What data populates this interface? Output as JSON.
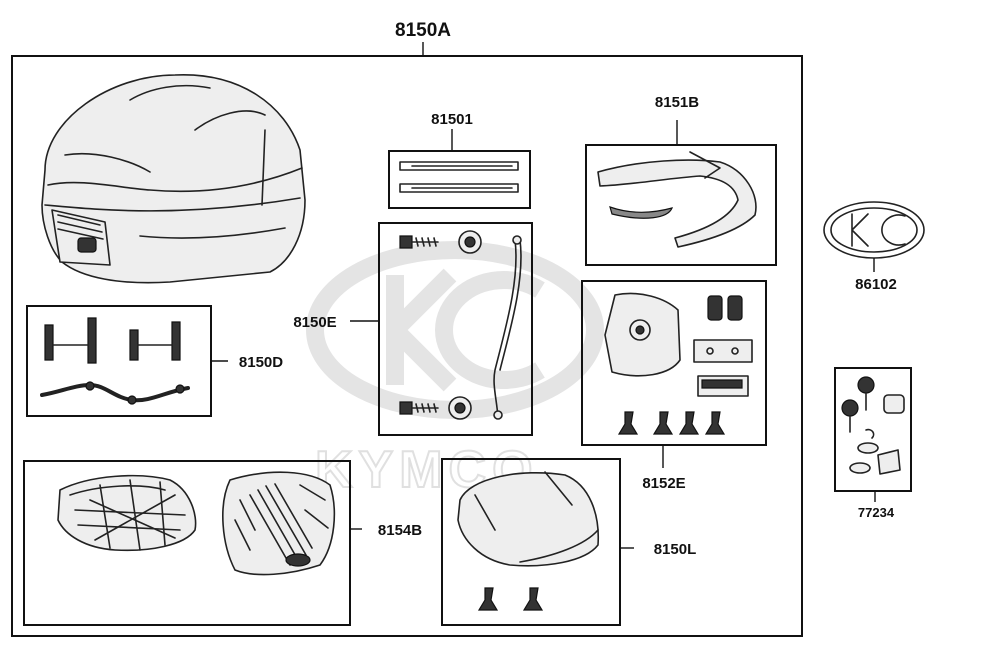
{
  "assembly": {
    "id": "8150A"
  },
  "parts": [
    {
      "key": "81501",
      "label": "81501"
    },
    {
      "key": "8151B",
      "label": "8151B"
    },
    {
      "key": "86102",
      "label": "86102"
    },
    {
      "key": "8150E",
      "label": "8150E"
    },
    {
      "key": "8150D",
      "label": "8150D"
    },
    {
      "key": "8152E",
      "label": "8152E"
    },
    {
      "key": "77234",
      "label": "77234"
    },
    {
      "key": "8154B",
      "label": "8154B"
    },
    {
      "key": "8150L",
      "label": "8150L"
    }
  ],
  "watermark": {
    "brand": "KYMCO"
  },
  "colors": {
    "line": "#111111",
    "watermark": "#e0e0e0",
    "background": "#ffffff"
  }
}
